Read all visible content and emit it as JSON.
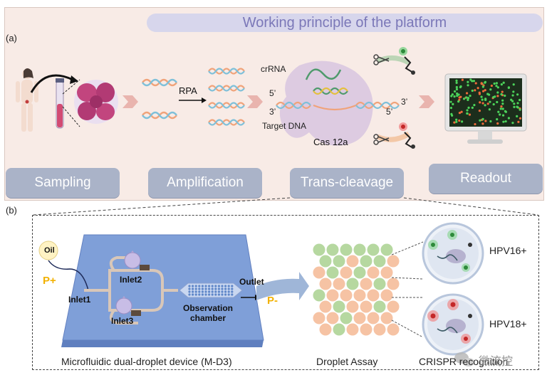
{
  "title": "Working principle of the platform",
  "panel_a": {
    "label": "(a)",
    "stages": [
      "Sampling",
      "Amplification",
      "Trans-cleavage",
      "Readout"
    ],
    "rpa": "RPA",
    "crrna": "crRNA",
    "target_dna": "Target DNA",
    "cas": "Cas 12a",
    "prime_5_left": "5’",
    "prime_3_left": "3’",
    "prime_3_right": "3’",
    "prime_5_right": "5’"
  },
  "panel_b": {
    "label": "(b)",
    "oil": "Oil",
    "p_plus": "P+",
    "p_minus": "P-",
    "inlet1": "Inlet1",
    "inlet2": "Inlet2",
    "inlet3": "Inlet3",
    "outlet": "Outlet",
    "observation": "Observation chamber",
    "hpv16": "HPV16+",
    "hpv18": "HPV18+",
    "captions": [
      "Microfluidic dual-droplet device (M-D3)",
      "Droplet Assay",
      "CRISPR recognition"
    ]
  },
  "watermark": "微流控",
  "colors": {
    "panel_bg": "#f8ebe6",
    "title_bar": "#d7d6ec",
    "title_text": "#7b78b8",
    "stage_box": "#aab3c8",
    "arrow": "#e9b4ae",
    "chip": "#7f9fd8",
    "droplet_green": "#b6d8a0",
    "droplet_orange": "#f6c3a4",
    "accent_yellow": "#f2b100"
  }
}
